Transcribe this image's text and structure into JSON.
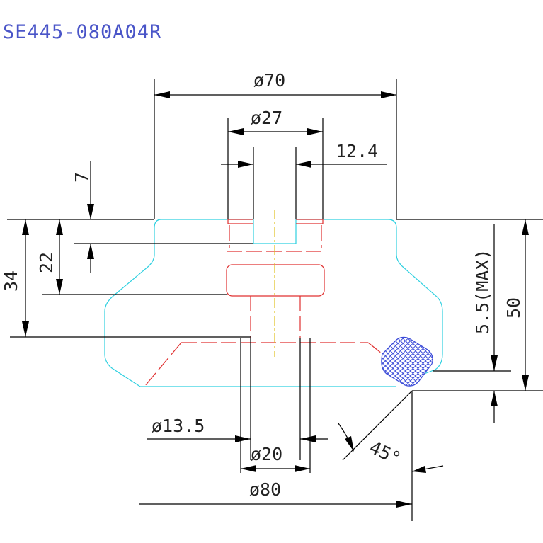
{
  "title": "SE445-080A04R",
  "dimensions": {
    "d70": "ø70",
    "d27": "ø27",
    "w12_4": "12.4",
    "h7": "7",
    "h22": "22",
    "h34": "34",
    "d13_5": "ø13.5",
    "d20": "ø20",
    "d80": "ø80",
    "a45": "45°",
    "max5_5": "5.5(MAX)",
    "h50": "50"
  },
  "colors": {
    "title": "#4a55c8",
    "outline": "#2fd0e0",
    "hidden": "#e03030",
    "center": "#e0c020",
    "insert": "#3a4ad8"
  }
}
